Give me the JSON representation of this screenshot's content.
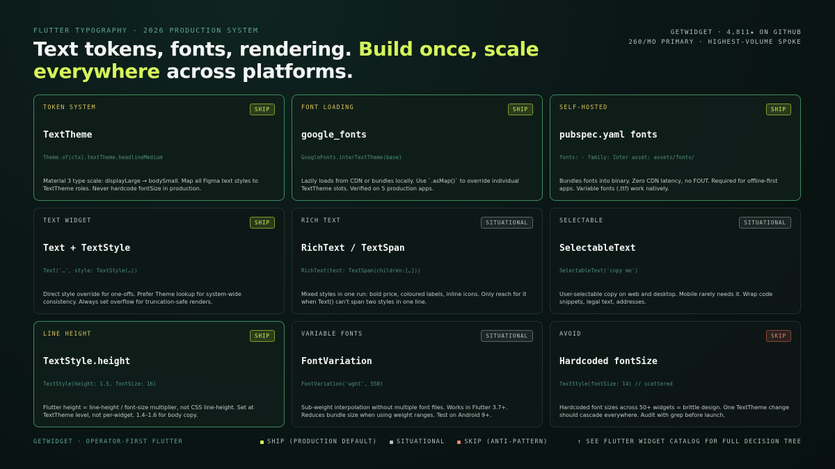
{
  "header": {
    "eyebrow": "FLUTTER TYPOGRAPHY · 2026 PRODUCTION SYSTEM",
    "meta_line1": "GETWIDGET · 4,811★ ON GITHUB",
    "meta_line2": "260/MO PRIMARY · HIGHEST-VOLUME SPOKE",
    "headline_part1": "Text tokens, fonts, rendering. ",
    "headline_accent1": "Build once, scale",
    "headline_accent2": "everywhere",
    "headline_part2": " across platforms."
  },
  "cards": [
    {
      "category": "TOKEN SYSTEM",
      "badge": "SHIP",
      "badge_type": "ship",
      "highlighted": true,
      "name": "TextTheme",
      "code": "Theme.of(ctx).textTheme.headlineMedium",
      "desc": "Material 3 type scale: displayLarge → bodySmall. Map all Figma text styles to TextTheme roles. Never hardcode fontSize in production."
    },
    {
      "category": "FONT LOADING",
      "badge": "SHIP",
      "badge_type": "ship",
      "highlighted": true,
      "name": "google_fonts",
      "code": "GoogleFonts.interTextTheme(base)",
      "desc": "Lazily loads from CDN or bundles locally. Use `.asMap()` to override individual TextTheme slots. Verified on 5 production apps."
    },
    {
      "category": "SELF-HOSTED",
      "badge": "SHIP",
      "badge_type": "ship",
      "highlighted": true,
      "name": "pubspec.yaml fonts",
      "code": "fonts: - family: Inter asset: assets/fonts/",
      "desc": "Bundles fonts into binary. Zero CDN latency, no FOUT. Required for offline-first apps. Variable fonts (.ttf) work natively."
    },
    {
      "category": "TEXT WIDGET",
      "badge": "SHIP",
      "badge_type": "ship",
      "highlighted": false,
      "name": "Text + TextStyle",
      "code": "Text('…', style: TextStyle(…))",
      "desc": "Direct style override for one-offs. Prefer Theme lookup for system-wide consistency. Always set overflow for truncation-safe renders."
    },
    {
      "category": "RICH TEXT",
      "badge": "SITUATIONAL",
      "badge_type": "sit",
      "highlighted": false,
      "name": "RichText / TextSpan",
      "code": "RichText(text: TextSpan(children:[…]))",
      "desc": "Mixed styles in one run: bold price, coloured labels, inline icons. Only reach for it when Text() can't span two styles in one line."
    },
    {
      "category": "SELECTABLE",
      "badge": "SITUATIONAL",
      "badge_type": "sit",
      "highlighted": false,
      "name": "SelectableText",
      "code": "SelectableText('copy me')",
      "desc": "User-selectable copy on web and desktop. Mobile rarely needs it. Wrap code snippets, legal text, addresses."
    },
    {
      "category": "LINE HEIGHT",
      "badge": "SHIP",
      "badge_type": "ship",
      "highlighted": true,
      "name": "TextStyle.height",
      "code": "TextStyle(height: 1.5, fontSize: 16)",
      "desc": "Flutter height = line-height / font-size multiplier, not CSS line-height. Set at TextTheme level, not per-widget. 1.4–1.6 for body copy."
    },
    {
      "category": "VARIABLE FONTS",
      "badge": "SITUATIONAL",
      "badge_type": "sit",
      "highlighted": false,
      "name": "FontVariation",
      "code": "FontVariation('wght', 550)",
      "desc": "Sub-weight interpolation without multiple font files. Works in Flutter 3.7+. Reduces bundle size when using weight ranges. Test on Android 9+."
    },
    {
      "category": "AVOID",
      "badge": "SKIP",
      "badge_type": "skip",
      "highlighted": false,
      "name": "Hardcoded fontSize",
      "code": "TextStyle(fontSize: 14) // scattered",
      "desc": "Hardcoded font sizes across 50+ widgets = brittle design. One TextTheme change should cascade everywhere. Audit with grep before launch."
    }
  ],
  "footer": {
    "brand": "GETWIDGET · OPERATOR-FIRST FLUTTER",
    "legend": [
      {
        "label": "SHIP (PRODUCTION DEFAULT)",
        "color": "#d4f55a"
      },
      {
        "label": "SITUATIONAL",
        "color": "#b6c2be"
      },
      {
        "label": "SKIP (ANTI-PATTERN)",
        "color": "#e78a72"
      }
    ],
    "cta": "↑ SEE FLUTTER WIDGET CATALOG FOR FULL DECISION TREE"
  }
}
